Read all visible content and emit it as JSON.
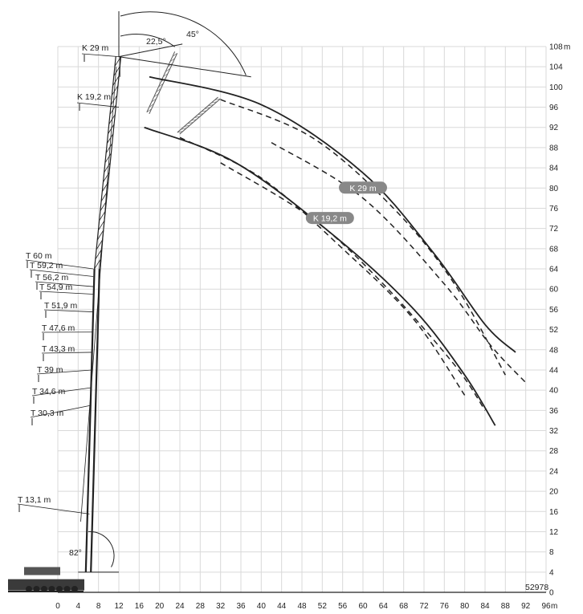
{
  "chart_data": {
    "type": "line",
    "x_axis": {
      "range": [
        0,
        96
      ],
      "ticks": [
        0,
        4,
        8,
        12,
        16,
        20,
        24,
        28,
        32,
        36,
        40,
        44,
        48,
        52,
        56,
        60,
        64,
        68,
        72,
        76,
        80,
        84,
        88,
        92,
        96
      ],
      "unit": "m"
    },
    "y_axis": {
      "range": [
        0,
        108
      ],
      "ticks": [
        0,
        4,
        8,
        12,
        16,
        20,
        24,
        28,
        32,
        36,
        40,
        44,
        48,
        52,
        56,
        60,
        64,
        68,
        72,
        76,
        80,
        84,
        88,
        92,
        96,
        100,
        104,
        108
      ],
      "unit": "m"
    },
    "grid": true,
    "jib_angles": [
      "22,5°",
      "45°"
    ],
    "boom_angle": "82°",
    "jib_labels": [
      "K 29 m",
      "K 19,2 m"
    ],
    "telescope_labels": [
      "T 60 m",
      "T 59,2 m",
      "T 56,2 m",
      "T 54,9 m",
      "T 51,9 m",
      "T 47,6 m",
      "T 43,3 m",
      "T 39 m",
      "T 34,6 m",
      "T 30,3 m",
      "T 13,1 m"
    ],
    "series": [
      {
        "name": "K 29 m",
        "style": "solid",
        "points": [
          [
            18,
            102
          ],
          [
            40,
            96.5
          ],
          [
            60,
            83
          ],
          [
            74,
            67
          ],
          [
            84,
            53
          ],
          [
            90,
            47.5
          ]
        ]
      },
      {
        "name": "K 29 m",
        "style": "dashed",
        "points": [
          [
            32,
            97.5
          ],
          [
            50,
            90
          ],
          [
            66,
            76
          ],
          [
            78,
            61
          ],
          [
            88,
            43
          ]
        ]
      },
      {
        "name": "K 29 m",
        "style": "dashed",
        "points": [
          [
            42,
            89
          ],
          [
            60,
            78
          ],
          [
            76,
            61
          ],
          [
            85,
            49
          ],
          [
            92,
            41.5
          ]
        ]
      },
      {
        "name": "K 19,2 m",
        "style": "solid",
        "points": [
          [
            17,
            92
          ],
          [
            35,
            85
          ],
          [
            55,
            70
          ],
          [
            70,
            56
          ],
          [
            80,
            43
          ],
          [
            86,
            33
          ]
        ]
      },
      {
        "name": "K 19,2 m",
        "style": "dashed",
        "points": [
          [
            24,
            90
          ],
          [
            40,
            82
          ],
          [
            56,
            68
          ],
          [
            70,
            54
          ],
          [
            80,
            39
          ]
        ]
      },
      {
        "name": "K 19,2 m",
        "style": "dashed",
        "points": [
          [
            32,
            85
          ],
          [
            50,
            74
          ],
          [
            64,
            61
          ],
          [
            78,
            45
          ],
          [
            84,
            36
          ]
        ]
      }
    ],
    "diagram_code": "52978"
  }
}
